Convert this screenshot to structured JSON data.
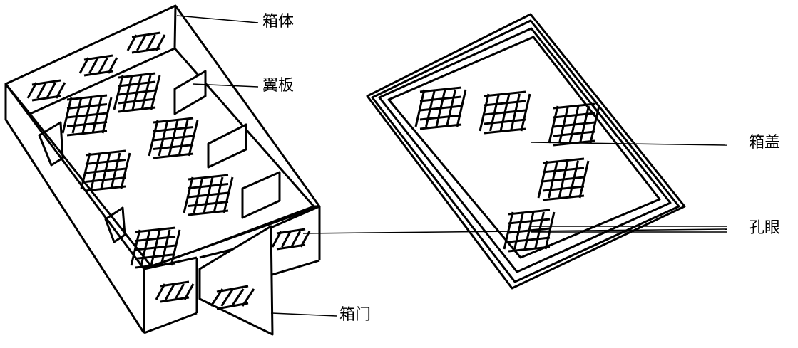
{
  "labels": {
    "box_body": "箱体",
    "wing_plate": "翼板",
    "box_lid": "箱盖",
    "holes": "孔眼",
    "box_door": "箱门"
  }
}
